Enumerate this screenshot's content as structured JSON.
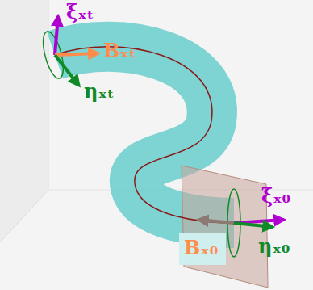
{
  "diagram": {
    "labels": [
      "ξₓₜ",
      "Bₓₜ",
      "ηₓₜ",
      "ξₓ₀",
      "ηₓ₀",
      "Bₓ₀"
    ]
  }
}
